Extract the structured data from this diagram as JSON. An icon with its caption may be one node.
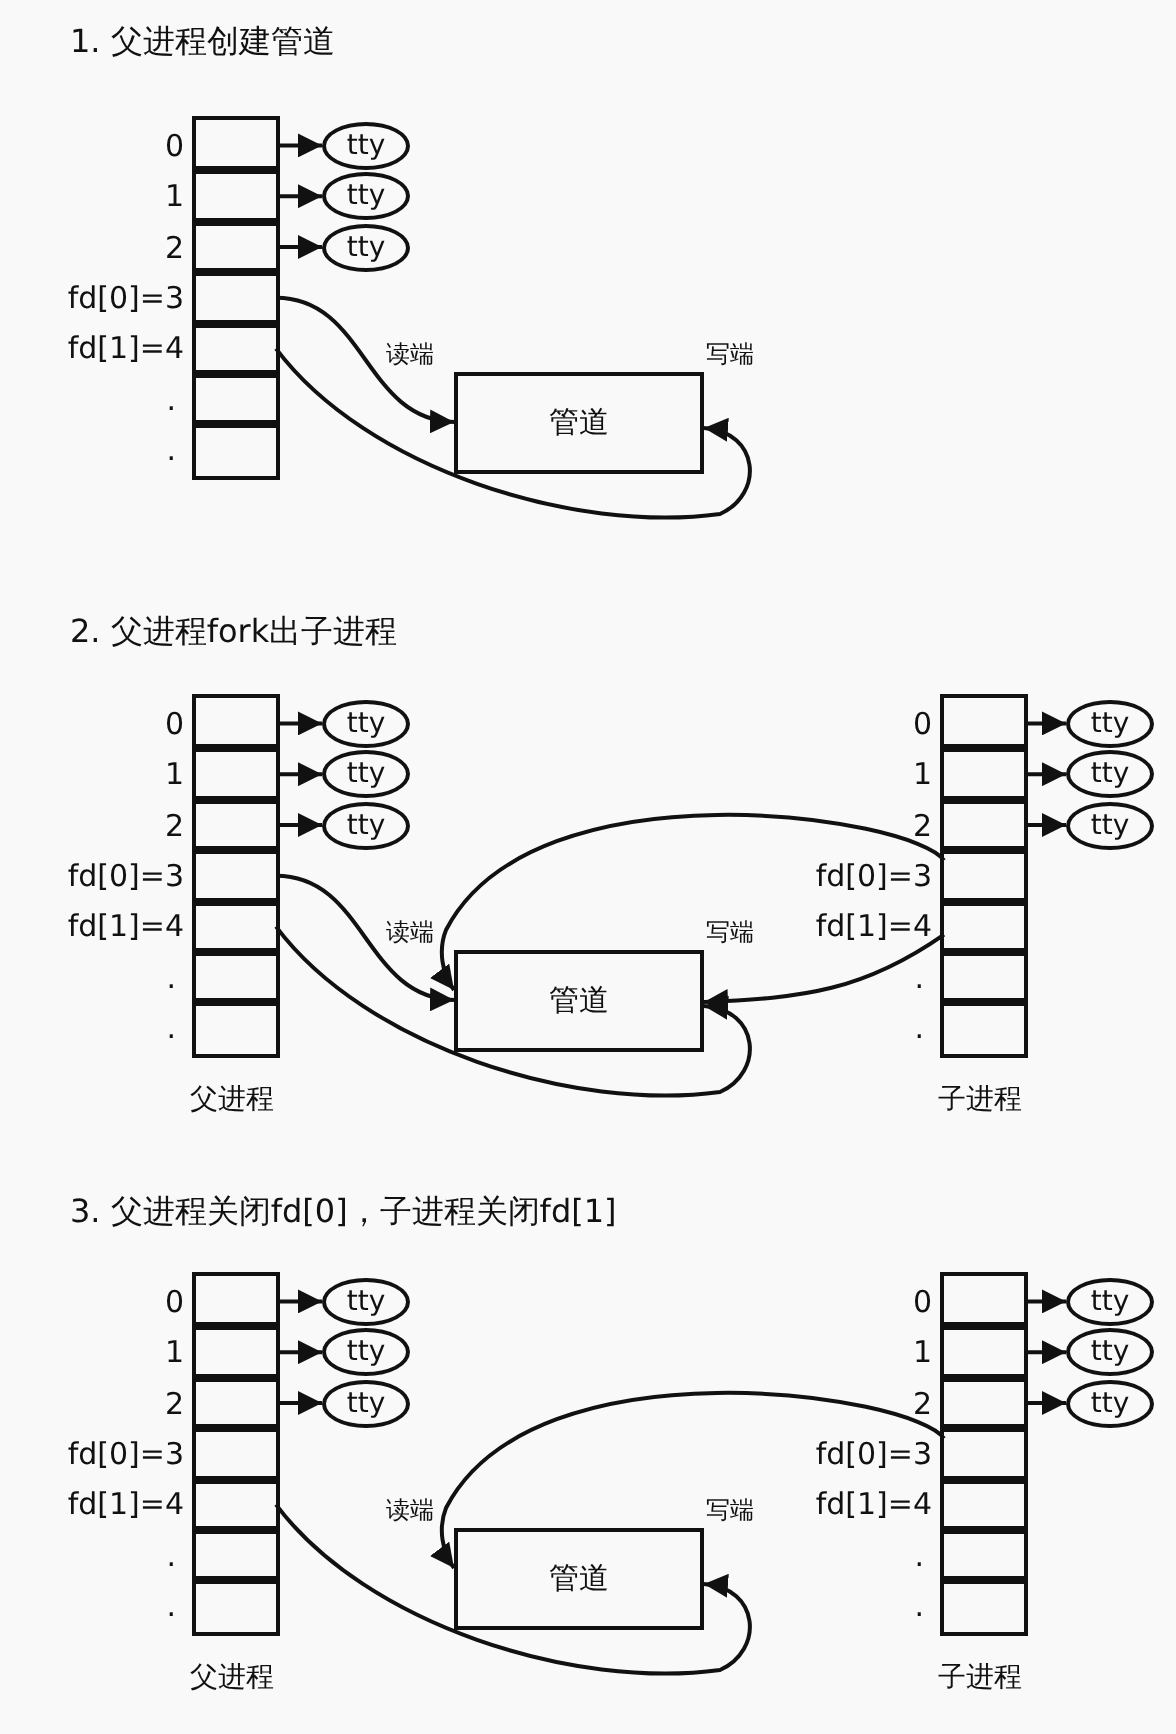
{
  "diagram": {
    "nodes": [
      {
        "text": [],
        "shape": "box"
      },
      {
        "text": [],
        "shape": "box",
        "in": 0,
        "beside": [
          "0"
        ]
      },
      {
        "text": [],
        "shape": "box",
        "in": 0,
        "beside": [
          "1"
        ]
      },
      {
        "text": [],
        "shape": "box",
        "in": 0,
        "beside": [
          "2"
        ]
      },
      {
        "text": [],
        "shape": "box",
        "in": 0,
        "beside": [
          "fd[0]=3"
        ]
      },
      {
        "text": [],
        "shape": "box",
        "in": 0,
        "beside": [
          "fd[1]=4"
        ]
      },
      {
        "text": [],
        "shape": "box",
        "in": 0,
        "beside": [
          "."
        ]
      },
      {
        "text": [],
        "shape": "box",
        "in": 0,
        "beside": [
          "."
        ]
      },
      {
        "text": [
          "tty"
        ]
      },
      {
        "text": [
          "tty"
        ]
      },
      {
        "text": [
          "tty"
        ]
      },
      {
        "text": [
          "管道"
        ],
        "beside": [
          "读端",
          "写端"
        ]
      },
      {
        "text": [],
        "shape": "box"
      },
      {
        "text": [],
        "shape": "box",
        "in": 12,
        "beside": [
          "0"
        ]
      },
      {
        "text": [],
        "shape": "box",
        "in": 12,
        "beside": [
          "1"
        ]
      },
      {
        "text": [],
        "shape": "box",
        "in": 12,
        "beside": [
          "2"
        ]
      },
      {
        "text": [],
        "shape": "box",
        "in": 12,
        "beside": [
          "fd[0]=3"
        ]
      },
      {
        "text": [],
        "shape": "box",
        "in": 12,
        "beside": [
          "fd[1]=4"
        ]
      },
      {
        "text": [],
        "shape": "box",
        "in": 12,
        "beside": [
          "."
        ]
      },
      {
        "text": [],
        "shape": "box",
        "in": 12,
        "beside": [
          "."
        ]
      },
      {
        "text": [
          "tty"
        ]
      },
      {
        "text": [
          "tty"
        ]
      },
      {
        "text": [
          "tty"
        ]
      },
      {
        "text": [
          "管道"
        ],
        "beside": [
          "读端",
          "写端"
        ]
      },
      {
        "text": [],
        "shape": "box"
      },
      {
        "text": [],
        "shape": "box",
        "in": 24,
        "beside": [
          "0"
        ]
      },
      {
        "text": [],
        "shape": "box",
        "in": 24,
        "beside": [
          "1"
        ]
      },
      {
        "text": [],
        "shape": "box",
        "in": 24,
        "beside": [
          "2"
        ]
      },
      {
        "text": [],
        "shape": "box",
        "in": 24,
        "beside": [
          "fd[0]=3"
        ]
      },
      {
        "text": [],
        "shape": "box",
        "in": 24,
        "beside": [
          "fd[1]=4"
        ]
      },
      {
        "text": [],
        "shape": "box",
        "in": 24,
        "beside": [
          "."
        ]
      },
      {
        "text": [],
        "shape": "box",
        "in": 24,
        "beside": [
          "."
        ]
      },
      {
        "text": [
          "tty"
        ]
      },
      {
        "text": [
          "tty"
        ]
      },
      {
        "text": [
          "tty"
        ]
      },
      {
        "text": [],
        "shape": "box"
      },
      {
        "text": [],
        "shape": "box",
        "in": 35,
        "beside": [
          "0"
        ]
      },
      {
        "text": [],
        "shape": "box",
        "in": 35,
        "beside": [
          "1"
        ]
      },
      {
        "text": [],
        "shape": "box",
        "in": 35,
        "beside": [
          "2"
        ]
      },
      {
        "text": [],
        "shape": "box",
        "in": 35,
        "beside": [
          "fd[0]=3"
        ]
      },
      {
        "text": [],
        "shape": "box",
        "in": 35,
        "beside": [
          "fd[1]=4"
        ]
      },
      {
        "text": [],
        "shape": "box",
        "in": 35,
        "beside": [
          "."
        ]
      },
      {
        "text": [],
        "shape": "box",
        "in": 35,
        "beside": [
          "."
        ]
      },
      {
        "text": [
          "tty"
        ]
      },
      {
        "text": [
          "tty"
        ]
      },
      {
        "text": [
          "tty"
        ]
      },
      {
        "text": [
          "管道"
        ],
        "beside": [
          "读端",
          "写端"
        ]
      },
      {
        "text": [],
        "shape": "box"
      },
      {
        "text": [],
        "shape": "box",
        "in": 47,
        "beside": [
          "0"
        ]
      },
      {
        "text": [],
        "shape": "box",
        "in": 47,
        "beside": [
          "1"
        ]
      },
      {
        "text": [],
        "shape": "box",
        "in": 47,
        "beside": [
          "2"
        ]
      },
      {
        "text": [],
        "shape": "box",
        "in": 47,
        "beside": [
          "fd[0]=3"
        ]
      },
      {
        "text": [],
        "shape": "box",
        "in": 47,
        "beside": [
          "fd[1]=4"
        ]
      },
      {
        "text": [],
        "shape": "box",
        "in": 47,
        "beside": [
          "."
        ]
      },
      {
        "text": [],
        "shape": "box",
        "in": 47,
        "beside": [
          "."
        ]
      },
      {
        "text": [
          "tty"
        ]
      },
      {
        "text": [
          "tty"
        ]
      },
      {
        "text": [
          "tty"
        ]
      }
    ],
    "edges": [
      {
        "from": 1,
        "to": 8,
        "arrow": "to"
      },
      {
        "from": 2,
        "to": 9,
        "arrow": "to"
      },
      {
        "from": 3,
        "to": 10,
        "arrow": "to"
      },
      {
        "from": 4,
        "to": 11,
        "arrow": "to"
      },
      {
        "from": 5,
        "to": 11,
        "arrow": "to"
      },
      {
        "from": 13,
        "to": 20,
        "arrow": "to"
      },
      {
        "from": 14,
        "to": 21,
        "arrow": "to"
      },
      {
        "from": 15,
        "to": 22,
        "arrow": "to"
      },
      {
        "from": 16,
        "to": 23,
        "arrow": "to"
      },
      {
        "from": 17,
        "to": 23,
        "arrow": "to"
      },
      {
        "from": 25,
        "to": 32,
        "arrow": "to"
      },
      {
        "from": 26,
        "to": 33,
        "arrow": "to"
      },
      {
        "from": 27,
        "to": 34,
        "arrow": "to"
      },
      {
        "from": 28,
        "to": 23,
        "arrow": "to"
      },
      {
        "from": 29,
        "to": 23,
        "arrow": "to"
      },
      {
        "from": 36,
        "to": 43,
        "arrow": "to"
      },
      {
        "from": 37,
        "to": 44,
        "arrow": "to"
      },
      {
        "from": 38,
        "to": 45,
        "arrow": "to"
      },
      {
        "from": 40,
        "to": 46,
        "arrow": "to"
      },
      {
        "from": 48,
        "to": 55,
        "arrow": "to"
      },
      {
        "from": 49,
        "to": 56,
        "arrow": "to"
      },
      {
        "from": 50,
        "to": 57,
        "arrow": "to"
      },
      {
        "from": 51,
        "to": 46,
        "arrow": "to"
      }
    ],
    "labels": [
      "1. 父进程创建管道",
      "2. 父进程fork出子进程",
      "父进程",
      "子进程",
      "3. 父进程关闭fd[0]，子进程关闭fd[1]",
      "父进程",
      "子进程"
    ]
  }
}
